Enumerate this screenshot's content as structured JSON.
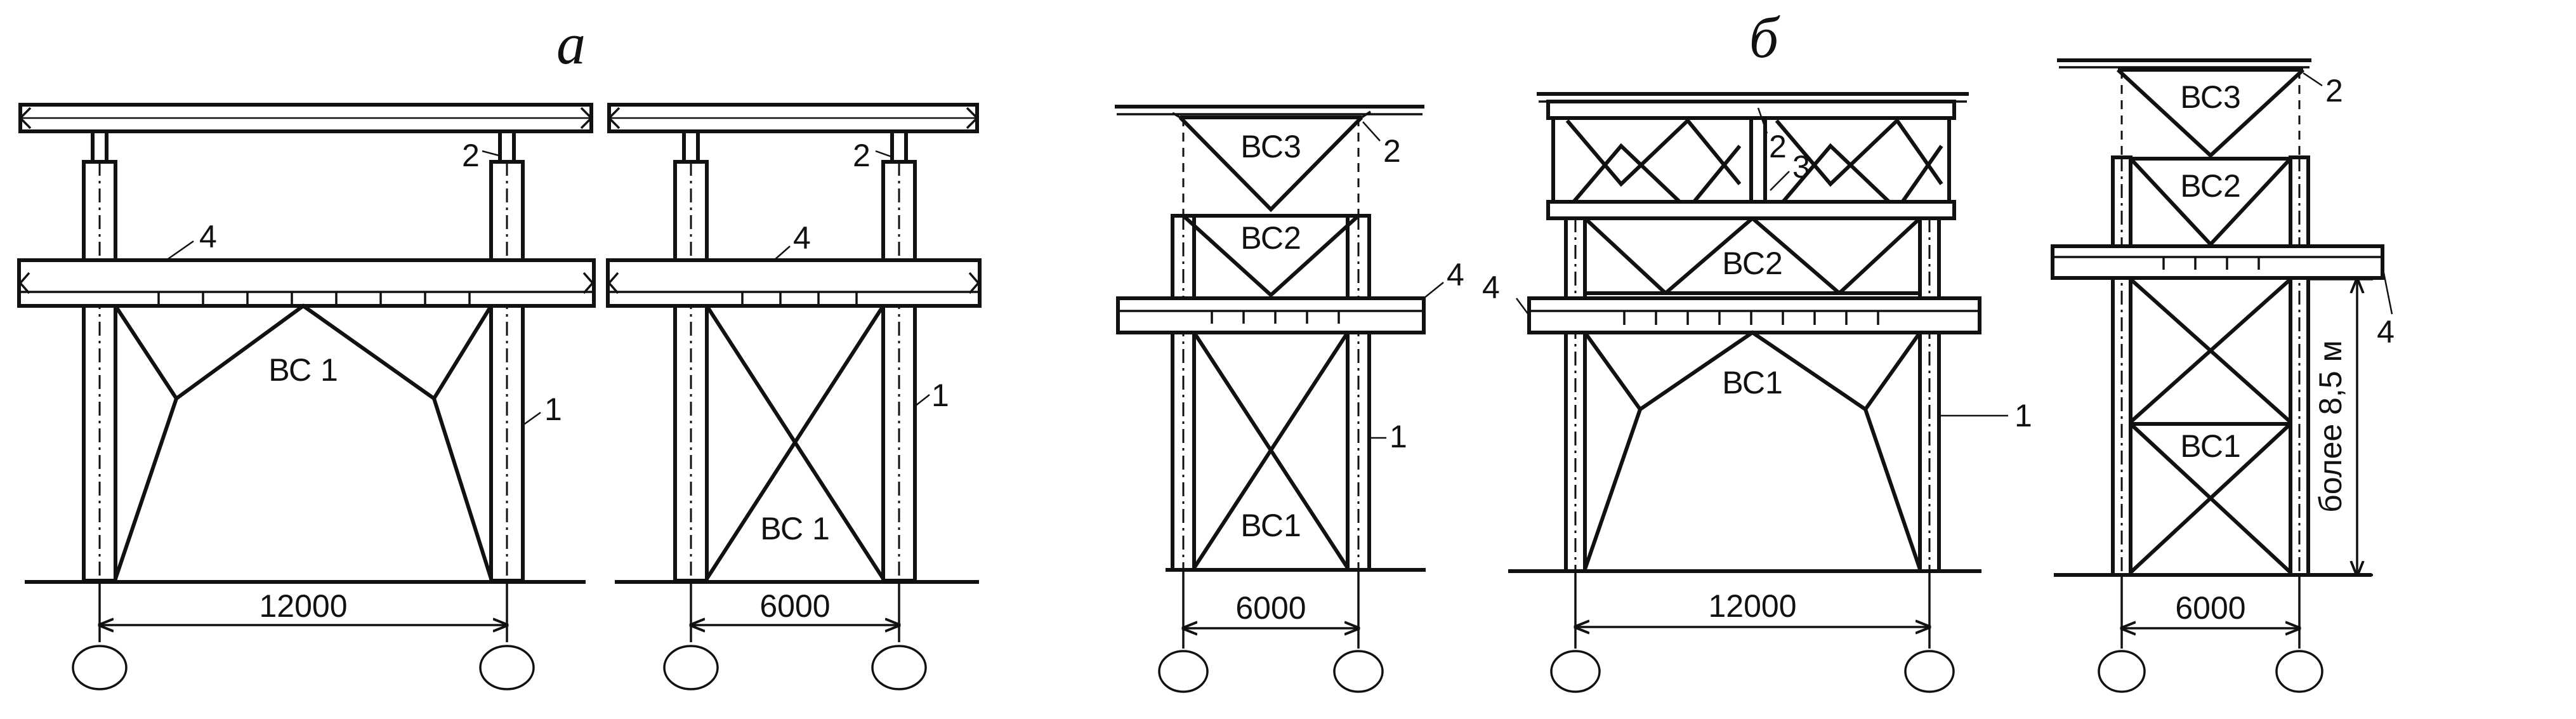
{
  "panels": {
    "a": {
      "label": "а"
    },
    "b": {
      "label": "б"
    }
  },
  "frames": [
    {
      "id": "a1",
      "span": "12000",
      "bracing": [
        "ВС 1"
      ],
      "callouts": [
        "1",
        "2",
        "4"
      ]
    },
    {
      "id": "a2",
      "span": "6000",
      "bracing": [
        "ВС 1"
      ],
      "callouts": [
        "1",
        "2",
        "4"
      ]
    },
    {
      "id": "b1",
      "span": "6000",
      "bracing": [
        "ВС3",
        "ВС2",
        "ВС1"
      ],
      "callouts": [
        "1",
        "2",
        "4"
      ]
    },
    {
      "id": "b2",
      "span": "12000",
      "bracing": [
        "ВС2",
        "ВС1"
      ],
      "callouts": [
        "1",
        "2",
        "3",
        "4"
      ]
    },
    {
      "id": "b3",
      "span": "6000",
      "bracing": [
        "ВС3",
        "ВС2",
        "ВС1"
      ],
      "callouts": [
        "2",
        "4"
      ],
      "height_note": "более 8,5 м"
    }
  ]
}
